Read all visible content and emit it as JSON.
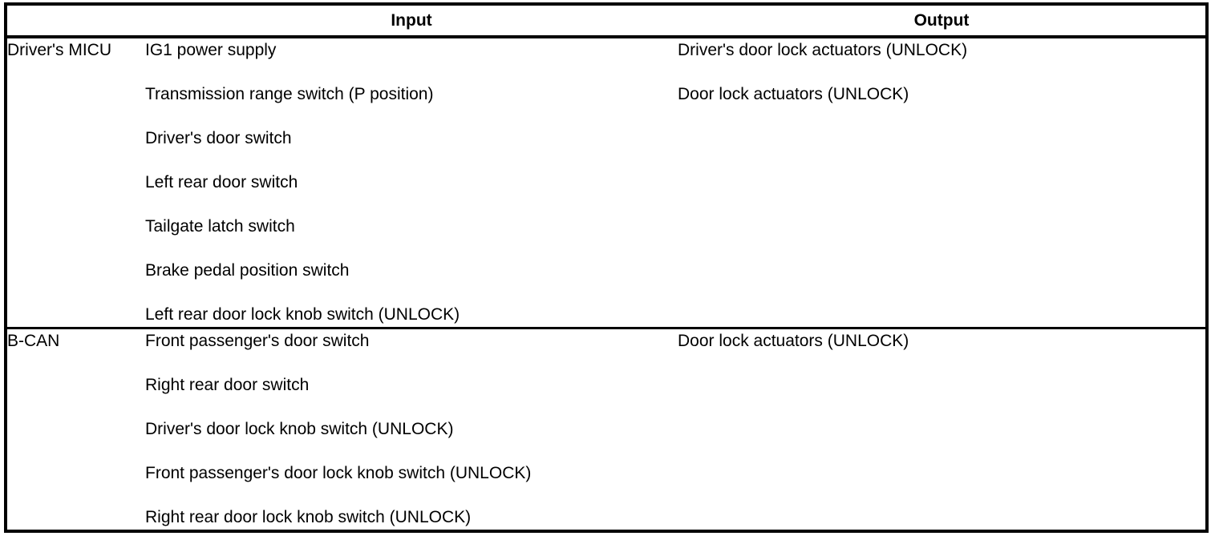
{
  "table": {
    "headers": {
      "system_column": "",
      "input": "Input",
      "output": "Output"
    },
    "rows": [
      {
        "system": "Driver's MICU",
        "inputs": [
          "IG1 power supply",
          "Transmission range switch (P position)",
          "Driver's door switch",
          "Left rear door switch",
          "Tailgate latch switch",
          "Brake pedal position switch",
          "Left rear door lock knob switch (UNLOCK)"
        ],
        "outputs": [
          "Driver's door lock actuators (UNLOCK)",
          "Door lock actuators (UNLOCK)"
        ]
      },
      {
        "system": "B-CAN",
        "inputs": [
          "Front passenger's door switch",
          "Right rear door switch",
          "Driver's door lock knob switch (UNLOCK)",
          "Front passenger's door lock knob switch (UNLOCK)",
          "Right rear door lock knob switch (UNLOCK)"
        ],
        "outputs": [
          "Door lock actuators (UNLOCK)"
        ]
      }
    ]
  },
  "colors": {
    "border": "#000000",
    "text": "#000000",
    "background": "#ffffff"
  }
}
